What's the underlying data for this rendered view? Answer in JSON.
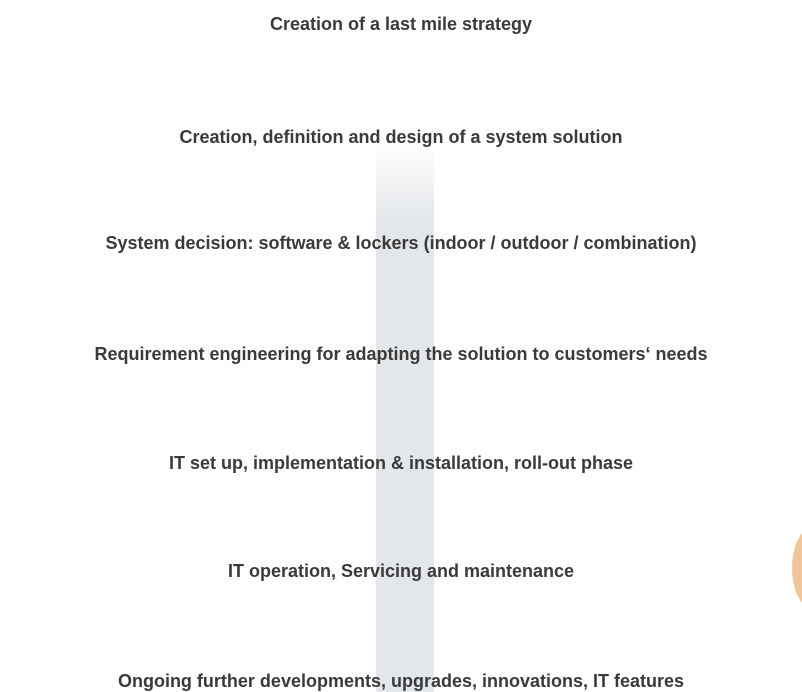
{
  "colors": {
    "text": "#3a3a3a",
    "bar": "#e3e6ea",
    "accent": "#f2c49c"
  },
  "steps": [
    "Creation of a last mile strategy",
    "Creation, definition and design of a system solution",
    "System decision: software & lockers (indoor / outdoor / combination)",
    "Requirement engineering for adapting the solution to customers‘ needs",
    "IT set up, implementation & installation, roll-out phase",
    "IT operation, Servicing and maintenance",
    "Ongoing further developments, upgrades, innovations, IT features"
  ]
}
